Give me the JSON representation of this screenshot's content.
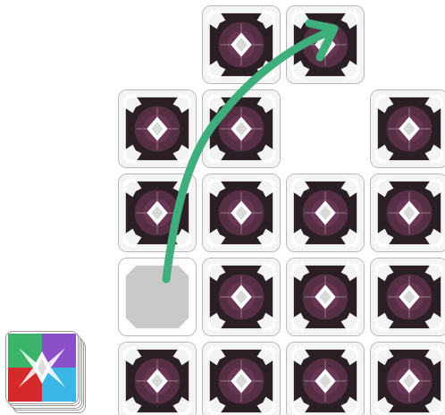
{
  "board": {
    "tile_pattern": "kaleidoscope-tile",
    "colors": {
      "tile_dark": "#2b1f26",
      "tile_glow": "#7a3d5e",
      "tile_petal": "#ffffff",
      "tile_border": "#b9b9b9",
      "empty_slot": "#c9c9c9",
      "arrow": "#3fae7d"
    },
    "cells": [
      {
        "row": 0,
        "col": 2,
        "state": "tile"
      },
      {
        "row": 0,
        "col": 3,
        "state": "tile"
      },
      {
        "row": 1,
        "col": 1,
        "state": "tile"
      },
      {
        "row": 1,
        "col": 2,
        "state": "tile"
      },
      {
        "row": 1,
        "col": 4,
        "state": "tile"
      },
      {
        "row": 2,
        "col": 1,
        "state": "tile"
      },
      {
        "row": 2,
        "col": 2,
        "state": "tile"
      },
      {
        "row": 2,
        "col": 3,
        "state": "tile"
      },
      {
        "row": 2,
        "col": 4,
        "state": "tile"
      },
      {
        "row": 3,
        "col": 1,
        "state": "empty"
      },
      {
        "row": 3,
        "col": 2,
        "state": "tile"
      },
      {
        "row": 3,
        "col": 3,
        "state": "tile"
      },
      {
        "row": 3,
        "col": 4,
        "state": "tile"
      },
      {
        "row": 4,
        "col": 1,
        "state": "tile"
      },
      {
        "row": 4,
        "col": 2,
        "state": "tile"
      },
      {
        "row": 4,
        "col": 3,
        "state": "tile"
      },
      {
        "row": 4,
        "col": 4,
        "state": "tile"
      }
    ],
    "move_hint": {
      "icon": "curved-arrow-icon",
      "from": {
        "row": 3,
        "col": 1
      },
      "to": {
        "row": 0,
        "col": 3
      }
    }
  },
  "deck": {
    "icon": "tile-deck-icon",
    "colors": {
      "green": "#3bb36a",
      "purple": "#8b4fc8",
      "red": "#d42a2a",
      "cyan": "#39b6e3"
    }
  }
}
